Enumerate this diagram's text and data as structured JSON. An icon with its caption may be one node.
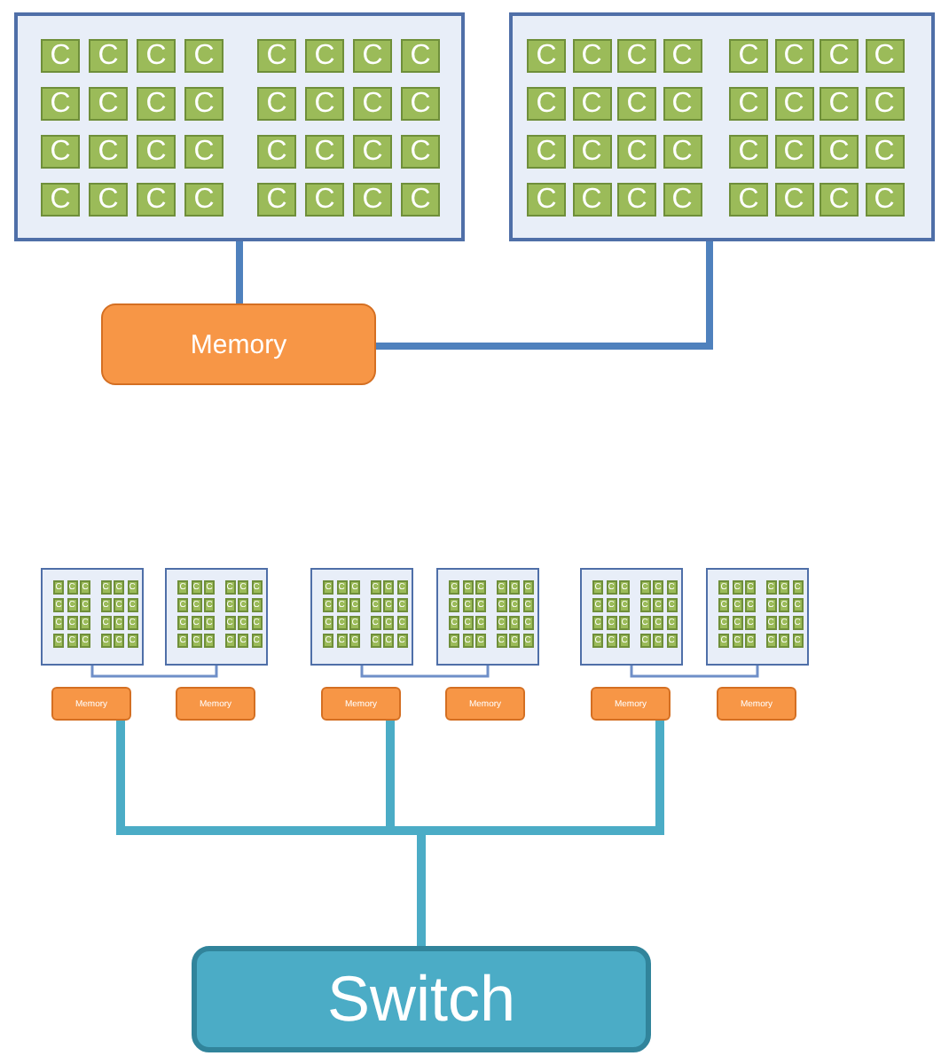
{
  "diagram": {
    "nodes": [
      {
        "text": [],
        "shape": "box"
      },
      {
        "text": [
          "C"
        ],
        "in": 0
      },
      {
        "text": [
          "C"
        ],
        "in": 0
      },
      {
        "text": [
          "C"
        ],
        "in": 0
      },
      {
        "text": [
          "C"
        ],
        "in": 0
      },
      {
        "text": [
          "C"
        ],
        "in": 0
      },
      {
        "text": [
          "C"
        ],
        "in": 0
      },
      {
        "text": [
          "C"
        ],
        "in": 0
      },
      {
        "text": [
          "C"
        ],
        "in": 0
      },
      {
        "text": [
          "C"
        ],
        "in": 0
      },
      {
        "text": [
          "C"
        ],
        "in": 0
      },
      {
        "text": [
          "C"
        ],
        "in": 0
      },
      {
        "text": [
          "C"
        ],
        "in": 0
      },
      {
        "text": [
          "C"
        ],
        "in": 0
      },
      {
        "text": [
          "C"
        ],
        "in": 0
      },
      {
        "text": [
          "C"
        ],
        "in": 0
      },
      {
        "text": [
          "C"
        ],
        "in": 0
      },
      {
        "text": [
          "C"
        ],
        "in": 0
      },
      {
        "text": [
          "C"
        ],
        "in": 0
      },
      {
        "text": [
          "C"
        ],
        "in": 0
      },
      {
        "text": [
          "C"
        ],
        "in": 0
      },
      {
        "text": [
          "C"
        ],
        "in": 0
      },
      {
        "text": [
          "C"
        ],
        "in": 0
      },
      {
        "text": [
          "C"
        ],
        "in": 0
      },
      {
        "text": [
          "C"
        ],
        "in": 0
      },
      {
        "text": [
          "C"
        ],
        "in": 0
      },
      {
        "text": [
          "C"
        ],
        "in": 0
      },
      {
        "text": [
          "C"
        ],
        "in": 0
      },
      {
        "text": [
          "C"
        ],
        "in": 0
      },
      {
        "text": [
          "C"
        ],
        "in": 0
      },
      {
        "text": [
          "C"
        ],
        "in": 0
      },
      {
        "text": [
          "C"
        ],
        "in": 0
      },
      {
        "text": [
          "C"
        ],
        "in": 0
      },
      {
        "text": [],
        "shape": "box"
      },
      {
        "text": [
          "C"
        ],
        "in": 33
      },
      {
        "text": [
          "C"
        ],
        "in": 33
      },
      {
        "text": [
          "C"
        ],
        "in": 33
      },
      {
        "text": [
          "C"
        ],
        "in": 33
      },
      {
        "text": [
          "C"
        ],
        "in": 33
      },
      {
        "text": [
          "C"
        ],
        "in": 33
      },
      {
        "text": [
          "C"
        ],
        "in": 33
      },
      {
        "text": [
          "C"
        ],
        "in": 33
      },
      {
        "text": [
          "C"
        ],
        "in": 33
      },
      {
        "text": [
          "C"
        ],
        "in": 33
      },
      {
        "text": [
          "C"
        ],
        "in": 33
      },
      {
        "text": [
          "C"
        ],
        "in": 33
      },
      {
        "text": [
          "C"
        ],
        "in": 33
      },
      {
        "text": [
          "C"
        ],
        "in": 33
      },
      {
        "text": [
          "C"
        ],
        "in": 33
      },
      {
        "text": [
          "C"
        ],
        "in": 33
      },
      {
        "text": [
          "C"
        ],
        "in": 33
      },
      {
        "text": [
          "C"
        ],
        "in": 33
      },
      {
        "text": [
          "C"
        ],
        "in": 33
      },
      {
        "text": [
          "C"
        ],
        "in": 33
      },
      {
        "text": [
          "C"
        ],
        "in": 33
      },
      {
        "text": [
          "C"
        ],
        "in": 33
      },
      {
        "text": [
          "C"
        ],
        "in": 33
      },
      {
        "text": [
          "C"
        ],
        "in": 33
      },
      {
        "text": [
          "C"
        ],
        "in": 33
      },
      {
        "text": [
          "C"
        ],
        "in": 33
      },
      {
        "text": [
          "C"
        ],
        "in": 33
      },
      {
        "text": [
          "C"
        ],
        "in": 33
      },
      {
        "text": [
          "C"
        ],
        "in": 33
      },
      {
        "text": [
          "C"
        ],
        "in": 33
      },
      {
        "text": [
          "C"
        ],
        "in": 33
      },
      {
        "text": [
          "C"
        ],
        "in": 33
      },
      {
        "text": [
          "Memory"
        ]
      },
      {
        "text": [],
        "shape": "box"
      },
      {
        "text": [
          "C"
        ],
        "in": 67
      },
      {
        "text": [
          "C"
        ],
        "in": 67
      },
      {
        "text": [
          "C"
        ],
        "in": 67
      },
      {
        "text": [
          "C"
        ],
        "in": 67
      },
      {
        "text": [
          "C"
        ],
        "in": 67
      },
      {
        "text": [
          "C"
        ],
        "in": 67
      },
      {
        "text": [
          "C"
        ],
        "in": 67
      },
      {
        "text": [
          "C"
        ],
        "in": 67
      },
      {
        "text": [
          "C"
        ],
        "in": 67
      },
      {
        "text": [
          "C"
        ],
        "in": 67
      },
      {
        "text": [
          "C"
        ],
        "in": 67
      },
      {
        "text": [
          "C"
        ],
        "in": 67
      },
      {
        "text": [
          "C"
        ],
        "in": 67
      },
      {
        "text": [
          "C"
        ],
        "in": 67
      },
      {
        "text": [
          "C"
        ],
        "in": 67
      },
      {
        "text": [
          "C"
        ],
        "in": 67
      },
      {
        "text": [
          "C"
        ],
        "in": 67
      },
      {
        "text": [
          "C"
        ],
        "in": 67
      },
      {
        "text": [
          "C"
        ],
        "in": 67
      },
      {
        "text": [
          "C"
        ],
        "in": 67
      },
      {
        "text": [
          "C"
        ],
        "in": 67
      },
      {
        "text": [
          "C"
        ],
        "in": 67
      },
      {
        "text": [
          "C"
        ],
        "in": 67
      },
      {
        "text": [
          "C"
        ],
        "in": 67
      },
      {
        "text": [],
        "shape": "box"
      },
      {
        "text": [
          "C"
        ],
        "in": 92
      },
      {
        "text": [
          "C"
        ],
        "in": 92
      },
      {
        "text": [
          "C"
        ],
        "in": 92
      },
      {
        "text": [
          "C"
        ],
        "in": 92
      },
      {
        "text": [
          "C"
        ],
        "in": 92
      },
      {
        "text": [
          "C"
        ],
        "in": 92
      },
      {
        "text": [
          "C"
        ],
        "in": 92
      },
      {
        "text": [
          "C"
        ],
        "in": 92
      },
      {
        "text": [
          "C"
        ],
        "in": 92
      },
      {
        "text": [
          "C"
        ],
        "in": 92
      },
      {
        "text": [
          "C"
        ],
        "in": 92
      },
      {
        "text": [
          "C"
        ],
        "in": 92
      },
      {
        "text": [
          "C"
        ],
        "in": 92
      },
      {
        "text": [
          "C"
        ],
        "in": 92
      },
      {
        "text": [
          "C"
        ],
        "in": 92
      },
      {
        "text": [
          "C"
        ],
        "in": 92
      },
      {
        "text": [
          "C"
        ],
        "in": 92
      },
      {
        "text": [
          "C"
        ],
        "in": 92
      },
      {
        "text": [
          "C"
        ],
        "in": 92
      },
      {
        "text": [
          "C"
        ],
        "in": 92
      },
      {
        "text": [
          "C"
        ],
        "in": 92
      },
      {
        "text": [
          "C"
        ],
        "in": 92
      },
      {
        "text": [
          "C"
        ],
        "in": 92
      },
      {
        "text": [
          "C"
        ],
        "in": 92
      },
      {
        "text": [],
        "shape": "box"
      },
      {
        "text": [
          "C"
        ],
        "in": 117
      },
      {
        "text": [
          "C"
        ],
        "in": 117
      },
      {
        "text": [
          "C"
        ],
        "in": 117
      },
      {
        "text": [
          "C"
        ],
        "in": 117
      },
      {
        "text": [
          "C"
        ],
        "in": 117
      },
      {
        "text": [
          "C"
        ],
        "in": 117
      },
      {
        "text": [
          "C"
        ],
        "in": 117
      },
      {
        "text": [
          "C"
        ],
        "in": 117
      },
      {
        "text": [
          "C"
        ],
        "in": 117
      },
      {
        "text": [
          "C"
        ],
        "in": 117
      },
      {
        "text": [
          "C"
        ],
        "in": 117
      },
      {
        "text": [
          "C"
        ],
        "in": 117
      },
      {
        "text": [
          "C"
        ],
        "in": 117
      },
      {
        "text": [
          "C"
        ],
        "in": 117
      },
      {
        "text": [
          "C"
        ],
        "in": 117
      },
      {
        "text": [
          "C"
        ],
        "in": 117
      },
      {
        "text": [
          "C"
        ],
        "in": 117
      },
      {
        "text": [
          "C"
        ],
        "in": 117
      },
      {
        "text": [
          "C"
        ],
        "in": 117
      },
      {
        "text": [
          "C"
        ],
        "in": 117
      },
      {
        "text": [
          "C"
        ],
        "in": 117
      },
      {
        "text": [
          "C"
        ],
        "in": 117
      },
      {
        "text": [
          "C"
        ],
        "in": 117
      },
      {
        "text": [
          "C"
        ],
        "in": 117
      },
      {
        "text": [],
        "shape": "box"
      },
      {
        "text": [
          "C"
        ],
        "in": 142
      },
      {
        "text": [
          "C"
        ],
        "in": 142
      },
      {
        "text": [
          "C"
        ],
        "in": 142
      },
      {
        "text": [
          "C"
        ],
        "in": 142
      },
      {
        "text": [
          "C"
        ],
        "in": 142
      },
      {
        "text": [
          "C"
        ],
        "in": 142
      },
      {
        "text": [
          "C"
        ],
        "in": 142
      },
      {
        "text": [
          "C"
        ],
        "in": 142
      },
      {
        "text": [
          "C"
        ],
        "in": 142
      },
      {
        "text": [
          "C"
        ],
        "in": 142
      },
      {
        "text": [
          "C"
        ],
        "in": 142
      },
      {
        "text": [
          "C"
        ],
        "in": 142
      },
      {
        "text": [
          "C"
        ],
        "in": 142
      },
      {
        "text": [
          "C"
        ],
        "in": 142
      },
      {
        "text": [
          "C"
        ],
        "in": 142
      },
      {
        "text": [
          "C"
        ],
        "in": 142
      },
      {
        "text": [
          "C"
        ],
        "in": 142
      },
      {
        "text": [
          "C"
        ],
        "in": 142
      },
      {
        "text": [
          "C"
        ],
        "in": 142
      },
      {
        "text": [
          "C"
        ],
        "in": 142
      },
      {
        "text": [
          "C"
        ],
        "in": 142
      },
      {
        "text": [
          "C"
        ],
        "in": 142
      },
      {
        "text": [
          "C"
        ],
        "in": 142
      },
      {
        "text": [
          "C"
        ],
        "in": 142
      },
      {
        "text": [],
        "shape": "box"
      },
      {
        "text": [
          "C"
        ],
        "in": 167
      },
      {
        "text": [
          "C"
        ],
        "in": 167
      },
      {
        "text": [
          "C"
        ],
        "in": 167
      },
      {
        "text": [
          "C"
        ],
        "in": 167
      },
      {
        "text": [
          "C"
        ],
        "in": 167
      },
      {
        "text": [
          "C"
        ],
        "in": 167
      },
      {
        "text": [
          "C"
        ],
        "in": 167
      },
      {
        "text": [
          "C"
        ],
        "in": 167
      },
      {
        "text": [
          "C"
        ],
        "in": 167
      },
      {
        "text": [
          "C"
        ],
        "in": 167
      },
      {
        "text": [
          "C"
        ],
        "in": 167
      },
      {
        "text": [
          "C"
        ],
        "in": 167
      },
      {
        "text": [
          "C"
        ],
        "in": 167
      },
      {
        "text": [
          "C"
        ],
        "in": 167
      },
      {
        "text": [
          "C"
        ],
        "in": 167
      },
      {
        "text": [
          "C"
        ],
        "in": 167
      },
      {
        "text": [
          "C"
        ],
        "in": 167
      },
      {
        "text": [
          "C"
        ],
        "in": 167
      },
      {
        "text": [
          "C"
        ],
        "in": 167
      },
      {
        "text": [
          "C"
        ],
        "in": 167
      },
      {
        "text": [
          "C"
        ],
        "in": 167
      },
      {
        "text": [
          "C"
        ],
        "in": 167
      },
      {
        "text": [
          "C"
        ],
        "in": 167
      },
      {
        "text": [
          "C"
        ],
        "in": 167
      },
      {
        "text": [],
        "shape": "box"
      },
      {
        "text": [
          "C"
        ],
        "in": 192
      },
      {
        "text": [
          "C"
        ],
        "in": 192
      },
      {
        "text": [
          "C"
        ],
        "in": 192
      },
      {
        "text": [
          "C"
        ],
        "in": 192
      },
      {
        "text": [
          "C"
        ],
        "in": 192
      },
      {
        "text": [
          "C"
        ],
        "in": 192
      },
      {
        "text": [
          "C"
        ],
        "in": 192
      },
      {
        "text": [
          "C"
        ],
        "in": 192
      },
      {
        "text": [
          "C"
        ],
        "in": 192
      },
      {
        "text": [
          "C"
        ],
        "in": 192
      },
      {
        "text": [
          "C"
        ],
        "in": 192
      },
      {
        "text": [
          "C"
        ],
        "in": 192
      },
      {
        "text": [
          "C"
        ],
        "in": 192
      },
      {
        "text": [
          "C"
        ],
        "in": 192
      },
      {
        "text": [
          "C"
        ],
        "in": 192
      },
      {
        "text": [
          "C"
        ],
        "in": 192
      },
      {
        "text": [
          "C"
        ],
        "in": 192
      },
      {
        "text": [
          "C"
        ],
        "in": 192
      },
      {
        "text": [
          "C"
        ],
        "in": 192
      },
      {
        "text": [
          "C"
        ],
        "in": 192
      },
      {
        "text": [
          "C"
        ],
        "in": 192
      },
      {
        "text": [
          "C"
        ],
        "in": 192
      },
      {
        "text": [
          "C"
        ],
        "in": 192
      },
      {
        "text": [
          "C"
        ],
        "in": 192
      },
      {
        "text": [
          "Memory"
        ]
      },
      {
        "text": [
          "Memory"
        ]
      },
      {
        "text": [
          "Memory"
        ]
      },
      {
        "text": [
          "Memory"
        ]
      },
      {
        "text": [
          "Memory"
        ]
      },
      {
        "text": [
          "Memory"
        ]
      },
      {
        "text": [
          "Switch"
        ]
      }
    ],
    "edges": [
      {
        "from": 0,
        "to": 66,
        "arrow": "none"
      },
      {
        "from": 66,
        "to": 33,
        "arrow": "none"
      },
      {
        "from": 67,
        "to": 92,
        "arrow": "none"
      },
      {
        "from": 117,
        "to": 142,
        "arrow": "none"
      },
      {
        "from": 167,
        "to": 192,
        "arrow": "none"
      },
      {
        "from": 217,
        "to": 223,
        "arrow": "none",
        "color": "#4bacc6"
      },
      {
        "from": 219,
        "to": 223,
        "arrow": "none",
        "color": "#4bacc6"
      },
      {
        "from": 221,
        "to": 223,
        "arrow": "none",
        "color": "#4bacc6"
      }
    ]
  }
}
